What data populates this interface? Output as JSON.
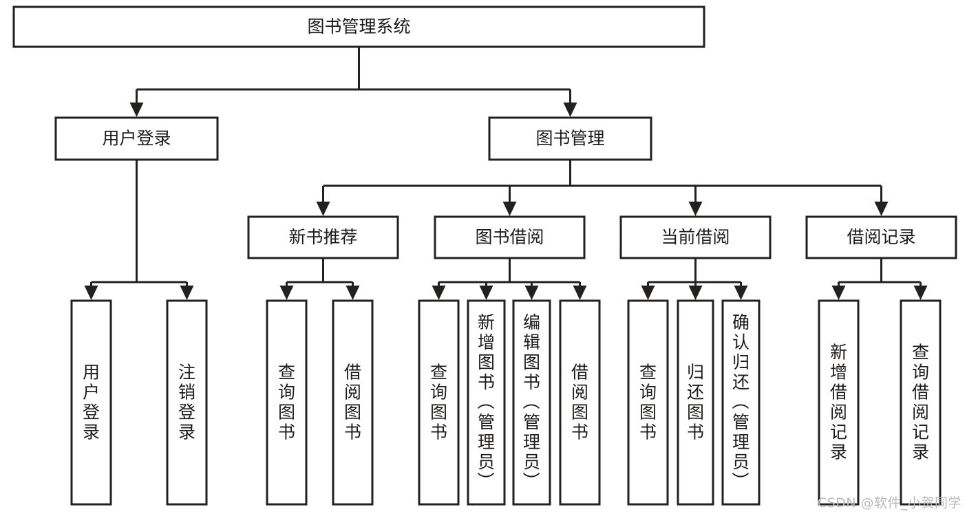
{
  "diagram": {
    "type": "tree-hierarchy-chart",
    "title": "图书管理系统",
    "watermark": "CSDN @软件_小贺同学",
    "colors": {
      "stroke": "#23211f",
      "box_fill": "#ffffff",
      "text": "#1d1b19",
      "background": "#ffffff",
      "watermark": "#b9b9b9"
    },
    "levels": [
      {
        "level": 1,
        "nodes": [
          {
            "id": "root",
            "label": "图书管理系统",
            "orientation": "horizontal"
          }
        ]
      },
      {
        "level": 2,
        "nodes": [
          {
            "id": "user-login",
            "label": "用户登录",
            "orientation": "horizontal",
            "parent": "root"
          },
          {
            "id": "book-manage",
            "label": "图书管理",
            "orientation": "horizontal",
            "parent": "root"
          }
        ]
      },
      {
        "level": 3,
        "nodes": [
          {
            "id": "new-book-rec",
            "label": "新书推荐",
            "orientation": "horizontal",
            "parent": "book-manage"
          },
          {
            "id": "book-borrow",
            "label": "图书借阅",
            "orientation": "horizontal",
            "parent": "book-manage"
          },
          {
            "id": "current-borrow",
            "label": "当前借阅",
            "orientation": "horizontal",
            "parent": "book-manage"
          },
          {
            "id": "borrow-record",
            "label": "借阅记录",
            "orientation": "horizontal",
            "parent": "book-manage"
          }
        ]
      },
      {
        "level": 4,
        "nodes": [
          {
            "id": "leaf-user-login",
            "label": "用户登录",
            "orientation": "vertical",
            "parent": "user-login"
          },
          {
            "id": "leaf-logout",
            "label": "注销登录",
            "orientation": "vertical",
            "parent": "user-login"
          },
          {
            "id": "leaf-query-book-1",
            "label": "查询图书",
            "orientation": "vertical",
            "parent": "new-book-rec"
          },
          {
            "id": "leaf-borrow-book-1",
            "label": "借阅图书",
            "orientation": "vertical",
            "parent": "new-book-rec"
          },
          {
            "id": "leaf-query-book-2",
            "label": "查询图书",
            "orientation": "vertical",
            "parent": "book-borrow"
          },
          {
            "id": "leaf-add-book",
            "label": "新增图书（管理员）",
            "orientation": "vertical",
            "parent": "book-borrow"
          },
          {
            "id": "leaf-edit-book",
            "label": "编辑图书（管理员）",
            "orientation": "vertical",
            "parent": "book-borrow"
          },
          {
            "id": "leaf-borrow-book-2",
            "label": "借阅图书",
            "orientation": "vertical",
            "parent": "book-borrow"
          },
          {
            "id": "leaf-query-book-3",
            "label": "查询图书",
            "orientation": "vertical",
            "parent": "current-borrow"
          },
          {
            "id": "leaf-return-book",
            "label": "归还图书",
            "orientation": "vertical",
            "parent": "current-borrow"
          },
          {
            "id": "leaf-confirm-return",
            "label": "确认归还（管理员）",
            "orientation": "vertical",
            "parent": "current-borrow"
          },
          {
            "id": "leaf-add-record",
            "label": "新增借阅记录",
            "orientation": "vertical",
            "parent": "borrow-record"
          },
          {
            "id": "leaf-query-record",
            "label": "查询借阅记录",
            "orientation": "vertical",
            "parent": "borrow-record"
          }
        ]
      }
    ]
  }
}
